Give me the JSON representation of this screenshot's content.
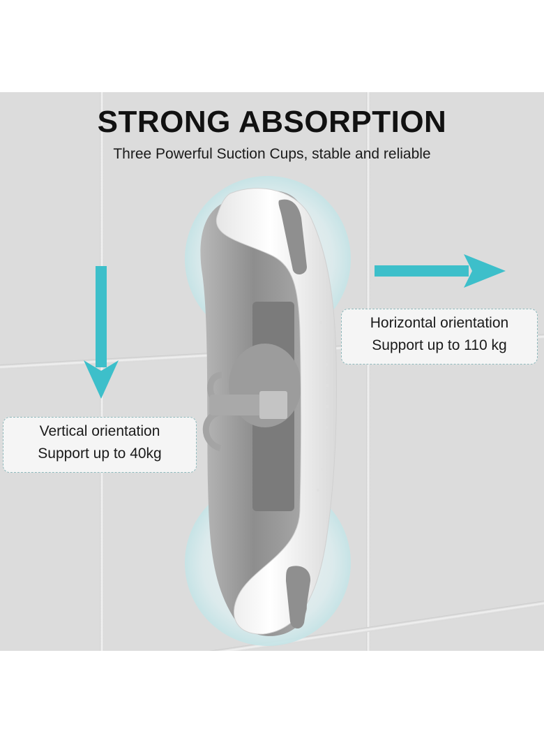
{
  "header": {
    "title": "STRONG ABSORPTION",
    "subtitle": "Three Powerful Suction Cups, stable and reliable"
  },
  "callouts": {
    "horizontal": {
      "line1": "Horizontal orientation",
      "line2": "Support up to 110 kg"
    },
    "vertical": {
      "line1": "Vertical orientation",
      "line2": "Support up to 40kg"
    }
  },
  "icons": {
    "horizontal_arrow": "arrow-right-icon",
    "vertical_arrow": "arrow-down-icon"
  },
  "colors": {
    "accent_teal": "#3dbfca",
    "tile_gray": "#dcdcdc",
    "handle_white": "#f6f6f6",
    "handle_gray": "#9a9a9a",
    "halo_teal": "#9fd6da"
  }
}
